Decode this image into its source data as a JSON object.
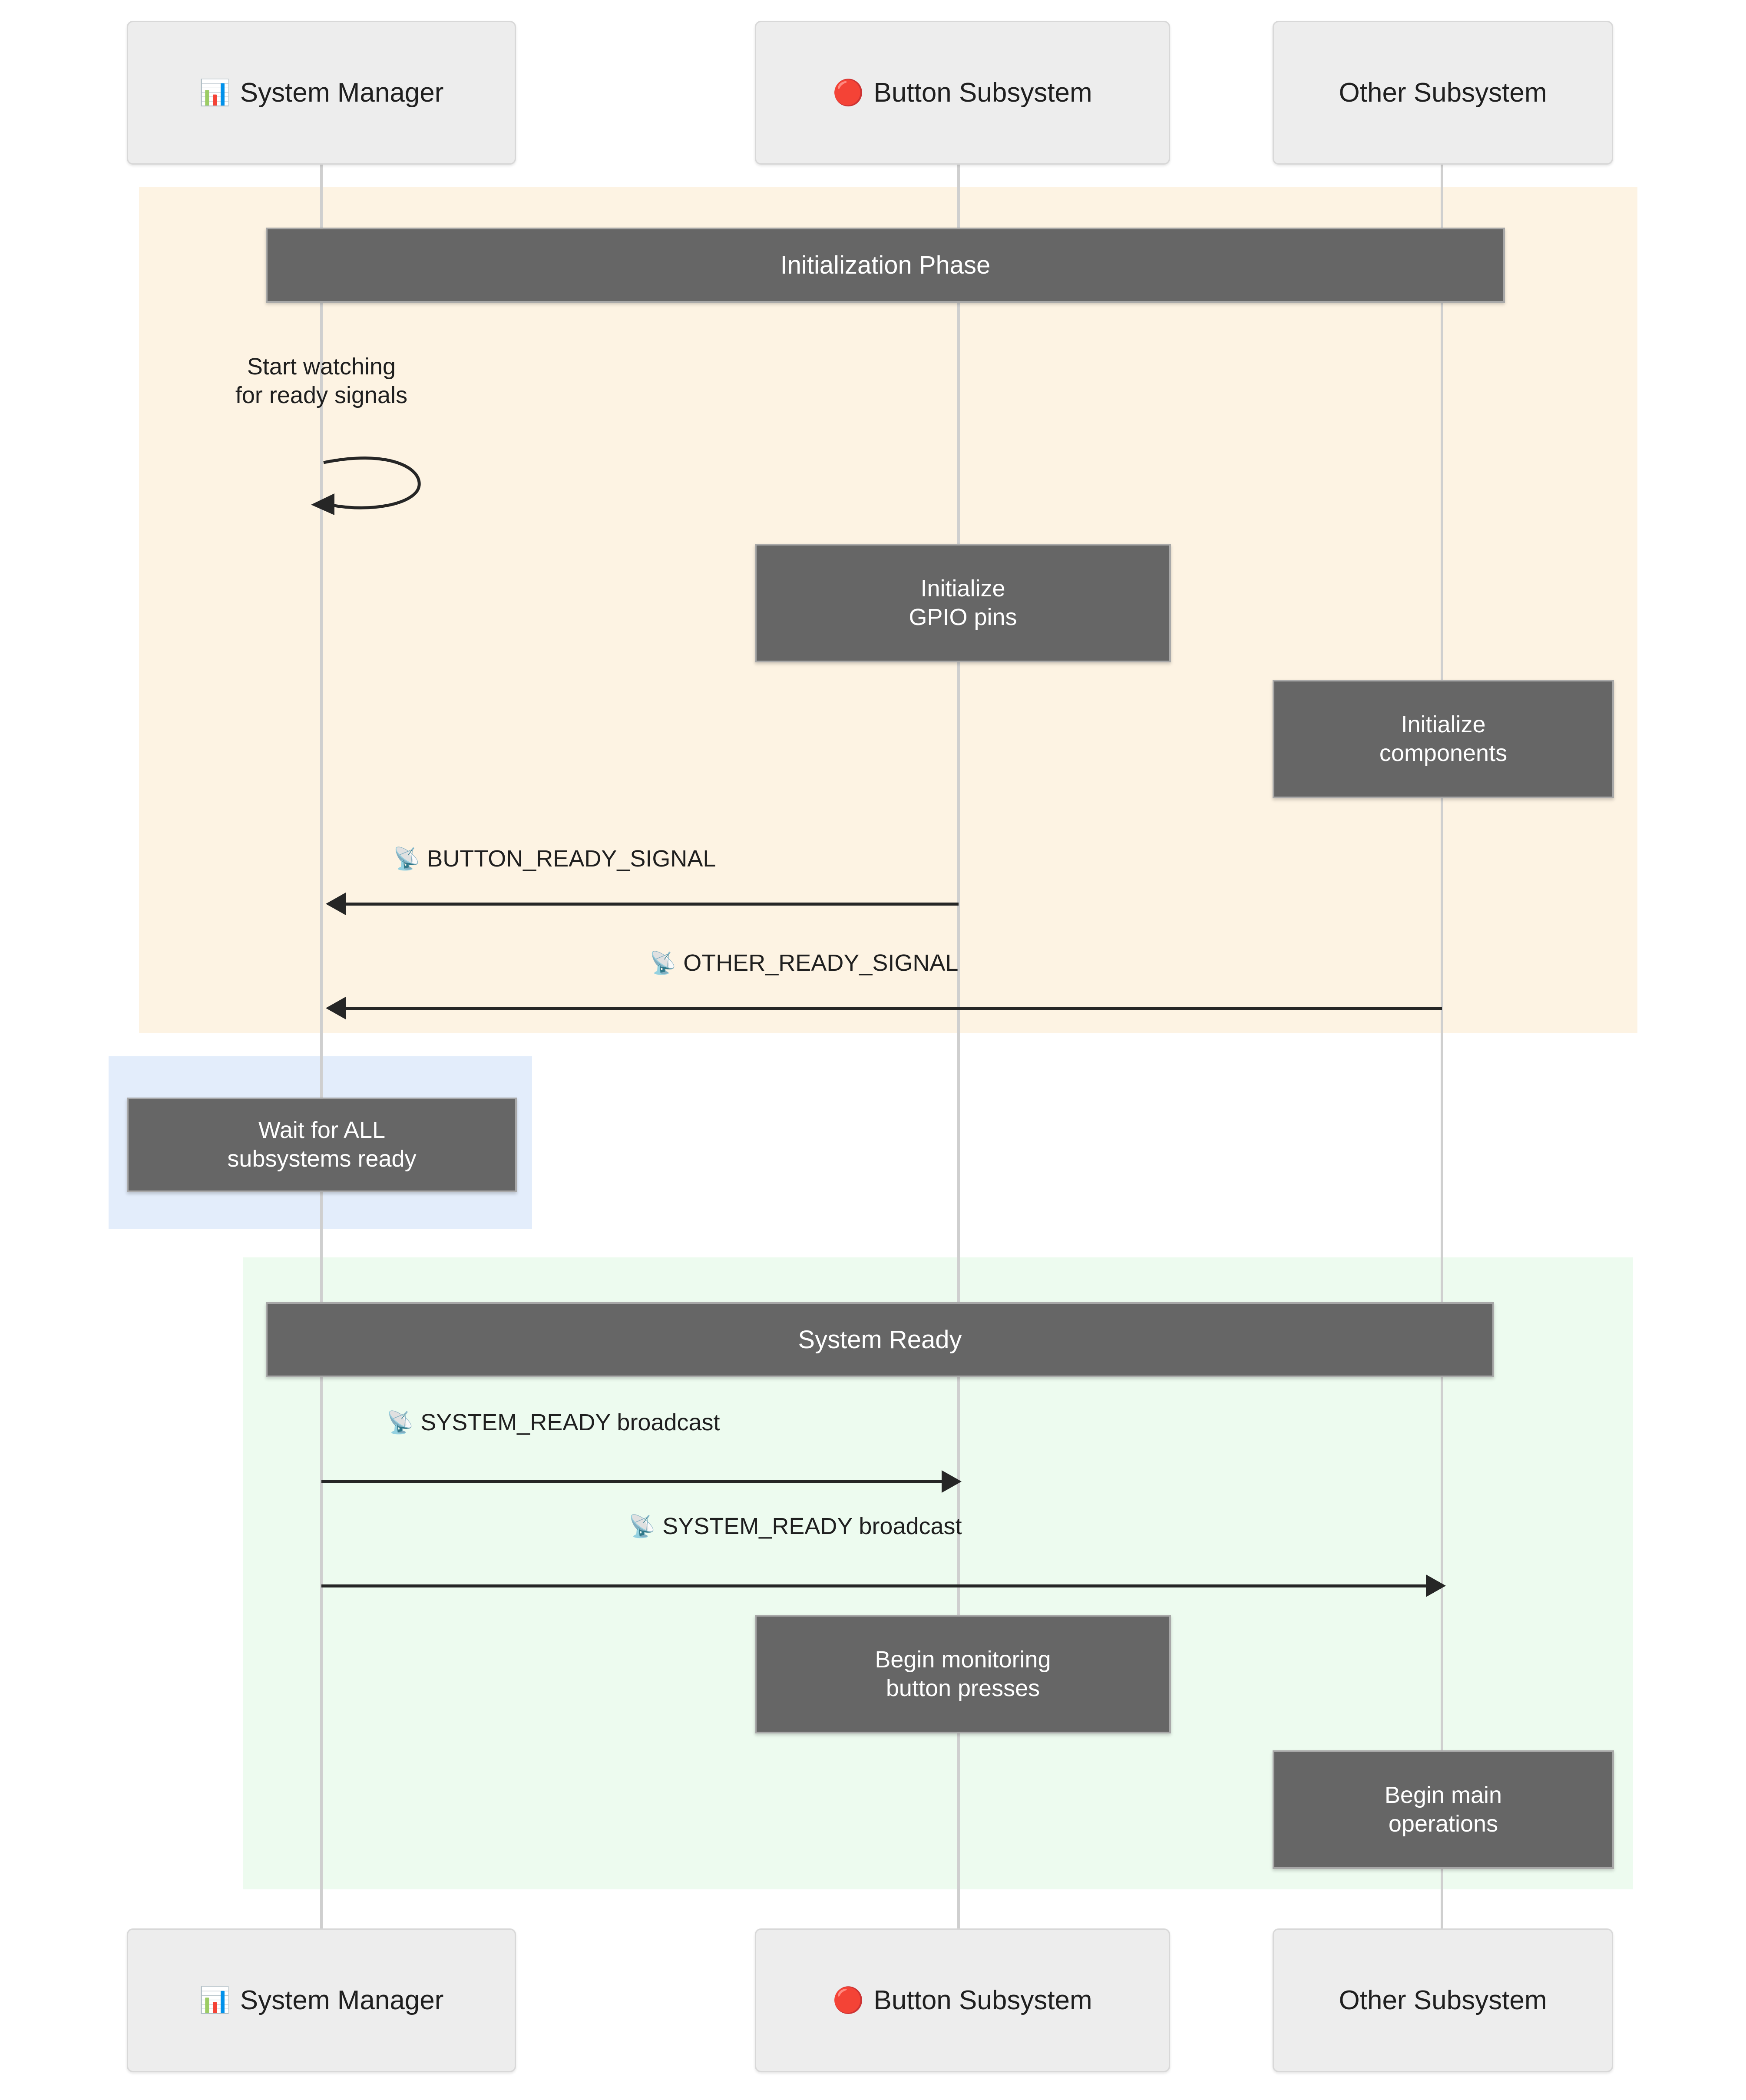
{
  "diagram": {
    "type": "sequence-diagram",
    "colors": {
      "init_region": "#fdf3e3",
      "wait_region": "#e3edfb",
      "ready_region": "#edfbef",
      "banner_fill": "#666666",
      "note_fill": "#666666",
      "lifeline": "#cfcfcf",
      "participant_fill": "#ededed",
      "arrow": "#262626"
    }
  },
  "participants": [
    {
      "id": "system-manager",
      "label": "System Manager",
      "icon": "bar-chart-icon",
      "glyph": "📊"
    },
    {
      "id": "button-subsystem",
      "label": "Button Subsystem",
      "icon": "red-circle-icon",
      "glyph": "🔴"
    },
    {
      "id": "other-subsystem",
      "label": "Other Subsystem",
      "icon": "none",
      "glyph": ""
    }
  ],
  "phases": [
    {
      "id": "initialization",
      "label": "Initialization Phase",
      "region": "init"
    },
    {
      "id": "system-ready",
      "label": "System Ready",
      "region": "ready"
    }
  ],
  "self_messages": [
    {
      "id": "start-watching",
      "line1": "Start watching",
      "line2": "for ready signals",
      "actor": "System Manager"
    }
  ],
  "notes": [
    {
      "id": "initialize-gpio",
      "line1": "Initialize",
      "line2": "GPIO pins",
      "actor": "Button Subsystem"
    },
    {
      "id": "initialize-components",
      "line1": "Initialize",
      "line2": "components",
      "actor": "Other Subsystem"
    },
    {
      "id": "wait-all-subsystems",
      "line1": "Wait for ALL",
      "line2": "subsystems ready",
      "actor": "System Manager"
    },
    {
      "id": "begin-monitoring",
      "line1": "Begin monitoring",
      "line2": "button presses",
      "actor": "Button Subsystem"
    },
    {
      "id": "begin-main-operations",
      "line1": "Begin main",
      "line2": "operations",
      "actor": "Other Subsystem"
    }
  ],
  "messages": [
    {
      "id": "button-ready-signal",
      "label": "BUTTON_READY_SIGNAL",
      "glyph": "📡",
      "icon": "satellite-antenna-icon",
      "from": "Button Subsystem",
      "to": "System Manager",
      "direction": "left"
    },
    {
      "id": "other-ready-signal",
      "label": "OTHER_READY_SIGNAL",
      "glyph": "📡",
      "icon": "satellite-antenna-icon",
      "from": "Other Subsystem",
      "to": "System Manager",
      "direction": "left"
    },
    {
      "id": "system-ready-button",
      "label": "SYSTEM_READY broadcast",
      "glyph": "📡",
      "icon": "satellite-antenna-icon",
      "from": "System Manager",
      "to": "Button Subsystem",
      "direction": "right"
    },
    {
      "id": "system-ready-other",
      "label": "SYSTEM_READY broadcast",
      "glyph": "📡",
      "icon": "satellite-antenna-icon",
      "from": "System Manager",
      "to": "Other Subsystem",
      "direction": "right"
    }
  ]
}
